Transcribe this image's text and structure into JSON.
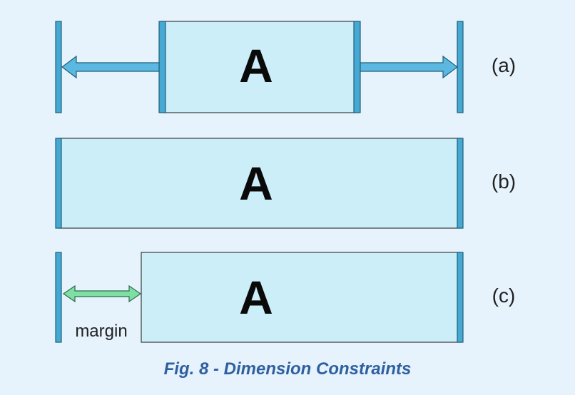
{
  "colors": {
    "background": "#e6f3fc",
    "box_fill": "#cbeef8",
    "box_stroke": "#3a3a3a",
    "guide_blue": "#46a9d3",
    "guide_stroke": "#1f5f7a",
    "arrow_blue": "#5bb8e0",
    "margin_green": "#7ddfa4",
    "caption": "#2f5fa0"
  },
  "rows": [
    {
      "widget_label": "A",
      "row_label": "(a)"
    },
    {
      "widget_label": "A",
      "row_label": "(b)"
    },
    {
      "widget_label": "A",
      "row_label": "(c)",
      "margin_label": "margin"
    }
  ],
  "caption": "Fig. 8 - Dimension Constraints"
}
